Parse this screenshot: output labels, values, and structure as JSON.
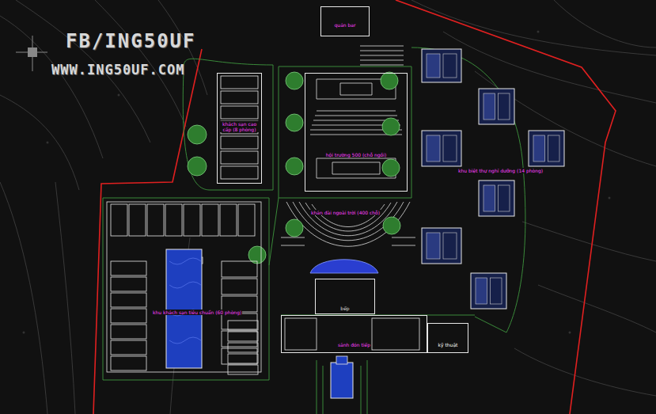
{
  "diagram": {
    "nodes": [
      {
        "text": [
          "quán bar"
        ]
      },
      {
        "text": [
          "khách sạn cao cấp (8 phòng)"
        ]
      },
      {
        "text": [
          "hội trường 500 (chỗ ngồi)"
        ]
      },
      {
        "text": [
          "bếp"
        ]
      },
      {
        "text": [
          "sảnh đón tiếp"
        ]
      },
      {
        "text": [
          "kỹ thuật"
        ]
      }
    ],
    "labels": [
      "FB/ING50UF",
      "WWW.ING50UF.COM",
      "khán đài ngoài trời (400 chỗ)",
      "khu biệt thự nghỉ dưỡng (14 phòng)",
      "khu khách sạn tiêu chuẩn (60 phòng)"
    ]
  }
}
